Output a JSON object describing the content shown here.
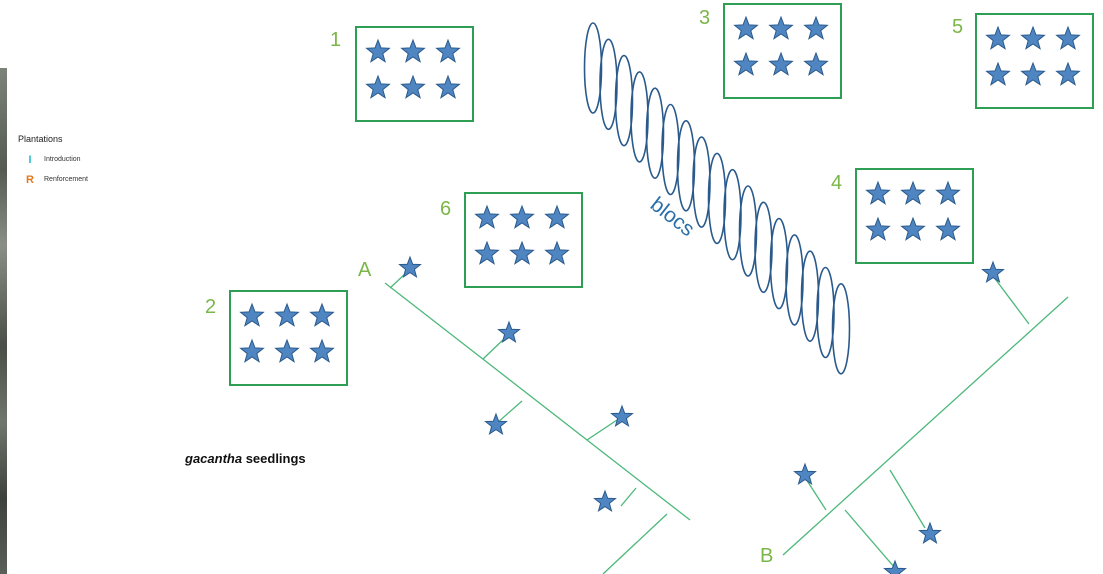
{
  "legend": {
    "title": "Plantations",
    "items": [
      {
        "symbol": "I",
        "label": "Introduction",
        "color": "#2bbcc7"
      },
      {
        "symbol": "R",
        "label": "Renforcement",
        "color": "#e07a1f"
      }
    ]
  },
  "caption": {
    "italic": "gacantha",
    "rest": " seedlings"
  },
  "blocs_label": "blocs",
  "plots": [
    {
      "label": "1"
    },
    {
      "label": "2"
    },
    {
      "label": "3"
    },
    {
      "label": "4"
    },
    {
      "label": "5"
    },
    {
      "label": "6"
    }
  ],
  "transects": [
    {
      "label": "A"
    },
    {
      "label": "B"
    }
  ],
  "colors": {
    "box_border": "#2e9e55",
    "label_green": "#7ab648",
    "line_green": "#4cb87a",
    "star_fill": "#4f86c2",
    "star_stroke": "#2a5a8c",
    "ellipse_stroke": "#2a5a8c",
    "blocs_text": "#2a6fa8"
  }
}
